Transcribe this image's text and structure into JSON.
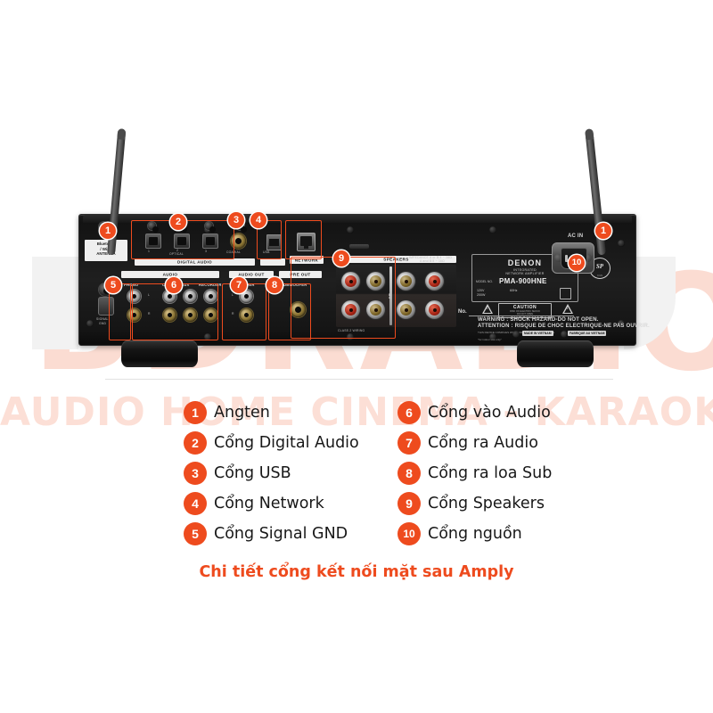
{
  "caption": "Chi tiết cổng kết nối mặt sau Amply",
  "watermark": {
    "big": "BĐRADIO",
    "strip": "AUDIO HOME CINEMA - KARAOKE",
    "color": "#fbdcd2"
  },
  "theme": {
    "accent": "#ee4b1e",
    "text": "#181818",
    "chassis": "#171717"
  },
  "legend": {
    "left": [
      {
        "num": "1",
        "label": "Angten"
      },
      {
        "num": "2",
        "label": "Cổng Digital Audio"
      },
      {
        "num": "3",
        "label": "Cổng USB"
      },
      {
        "num": "4",
        "label": "Cổng Network"
      },
      {
        "num": "5",
        "label": "Cổng Signal GND"
      }
    ],
    "right": [
      {
        "num": "6",
        "label": "Cổng vào Audio"
      },
      {
        "num": "7",
        "label": "Cổng ra Audio"
      },
      {
        "num": "8",
        "label": "Cổng ra loa Sub"
      },
      {
        "num": "9",
        "label": "Cổng Speakers"
      },
      {
        "num": "10",
        "label": "Cổng nguồn"
      }
    ]
  },
  "callouts": {
    "b1_left": "1",
    "b1_right": "1",
    "b2": "2",
    "b3": "3",
    "b4": "4",
    "b5": "5",
    "b6": "6",
    "b7": "7",
    "b8": "8",
    "b9": "9",
    "b10": "10"
  },
  "panel": {
    "antenna_label": "Bluetooth\n/ Wi-Fi\nANTENNA",
    "antenna_l1": "Bluetooth",
    "antenna_l2": "/ Wi-Fi",
    "antenna_l3": "ANTENNA",
    "digital_audio_bar": "DIGITAL AUDIO",
    "optical_1": "1",
    "optical_mid": "2",
    "optical_label": "OPTICAL",
    "optical_3": "3",
    "coaxial": "COAXIAL",
    "usb_label": "USB",
    "network_label": "NETWORK",
    "audio_bar": "AUDIO",
    "phono": "PHONO",
    "cd": "CD",
    "aux": "AUX",
    "recorder": "RECORDER",
    "signal": "SIGNAL",
    "gnd": "GND",
    "audio_out_bar": "AUDIO OUT",
    "rec_out": "RECORDER",
    "pre_out_bar": "PRE OUT",
    "subwoofer": "SUBWOOFER",
    "speakers": "SPEAKERS",
    "impedance_1": "IMPEDANCE  A  or  B:4 ~ 16Ω",
    "impedance_2": "A and B:8 ~ 16Ω",
    "class2": "CLASS 2 WIRING",
    "spk_a": "A",
    "spk_b": "B",
    "ac_in": "AC IN",
    "brand": "DENON",
    "plate_line1": "INTEGRATED",
    "plate_line2": "NETWORK AMPLIFIER",
    "model_prefix": "MODEL NO.",
    "model": "PMA-900HNE",
    "volt": "120V",
    "hz": "60Hz",
    "watt": "200W",
    "warning_en": "WARNING : SHOCK HAZARD-DO NOT OPEN.",
    "warning_fr": "ATTENTION : RISQUE DE CHOC ELECTRIQUE-NE PAS OUVRIR.",
    "fcc_1": "THIS DEVICE COMPLIES WITH PART 15 OF THE FCC RULES.",
    "fcc_2": "OPERATION IS SUBJECT TO THE FOLLOWING TWO CONDITIONS:",
    "fcc_3": "(1) THIS DEVICE MAY NOT CAUSE HARMFUL INTERFERENCE, AND",
    "fcc_4": "(2) THIS DEVICE MUST ACCEPT ANY INTERFERENCE RECEIVED,",
    "fcc_5": "INCLUDING INTERFERENCE THAT MAY CAUSE UNDESIRED OPERATION.",
    "caution_title": "CAUTION",
    "caution_sub_1": "RISK OF ELECTRIC SHOCK",
    "caution_sub_2": "DO NOT OPEN",
    "serial_label": "No.",
    "ic_line_1": "CAN ICES-3(B)/NMB-3(B)",
    "ic_line_2": "CONTAINS FCC ID: NM8910P-D9025",
    "ic_line_3": "CONTAINS IC: 11726TX-HDP1200622",
    "indoor": "\"for indoor use only\"",
    "made_in": "MADE IN VIETNAM",
    "fabrique": "FABRIQUE AU VIETNAM",
    "csa_mark": "SP",
    "csa_sub": "C US"
  }
}
